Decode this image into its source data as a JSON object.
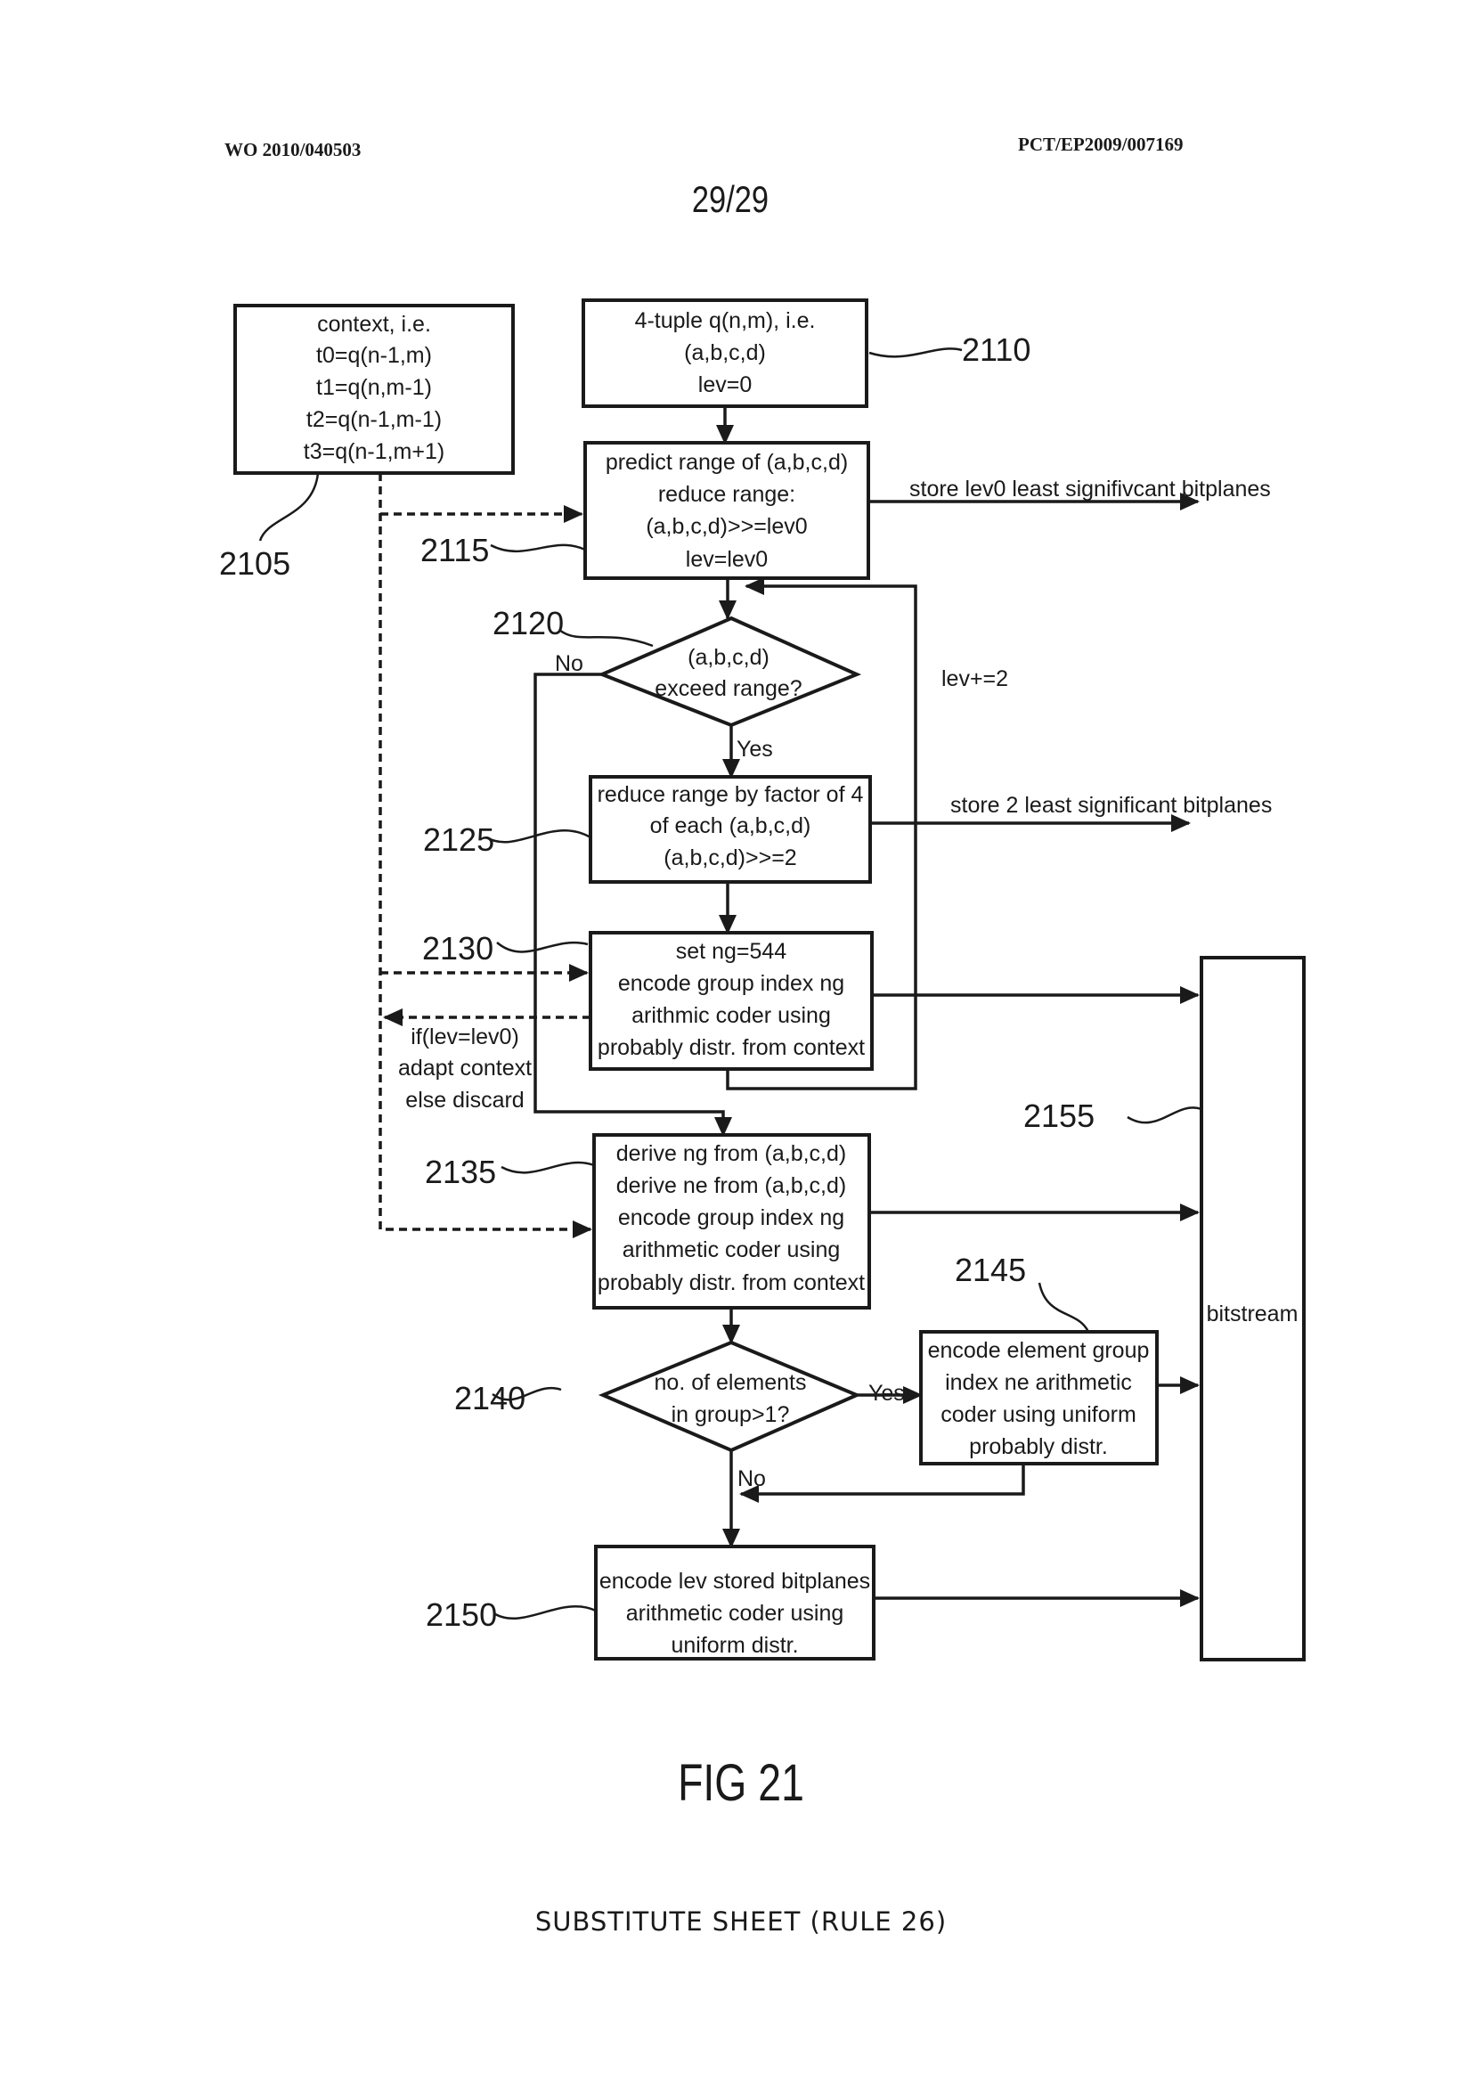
{
  "header": {
    "left": "WO 2010/040503",
    "right": "PCT/EP2009/007169",
    "page": "29/29"
  },
  "nodes": {
    "context": {
      "ref": "2105",
      "lines": [
        "context, i.e.",
        "t0=q(n-1,m)",
        "t1=q(n,m-1)",
        "t2=q(n-1,m-1)",
        "t3=q(n-1,m+1)"
      ]
    },
    "tuple": {
      "ref": "2110",
      "lines": [
        "4-tuple q(n,m), i.e.",
        "(a,b,c,d)",
        "lev=0"
      ]
    },
    "predict": {
      "ref": "2115",
      "lines": [
        "predict range of (a,b,c,d)",
        "reduce range:",
        "(a,b,c,d)>>=lev0",
        "lev=lev0"
      ]
    },
    "exceed": {
      "ref": "2120",
      "lines": [
        "(a,b,c,d)",
        "exceed range?"
      ],
      "no_label": "No",
      "yes_label": "Yes"
    },
    "reduce": {
      "ref": "2125",
      "lines": [
        "reduce range by factor of 4",
        "of each (a,b,c,d)",
        "(a,b,c,d)>>=2"
      ]
    },
    "escape": {
      "ref": "2130",
      "lines": [
        "set ng=544",
        "encode group index ng",
        "arithmic coder using",
        "probably distr. from context"
      ]
    },
    "derive": {
      "ref": "2135",
      "lines": [
        "derive ng from (a,b,c,d)",
        "derive ne from (a,b,c,d)",
        "encode group index ng",
        "arithmetic coder using",
        "probably distr. from context"
      ]
    },
    "elements": {
      "ref": "2140",
      "lines": [
        "no. of elements",
        "in group>1?"
      ],
      "yes_label": "Yes",
      "no_label": "No"
    },
    "element_group": {
      "ref": "2145",
      "lines": [
        "encode element group",
        "index ne arithmetic",
        "coder using uniform",
        "probably distr."
      ]
    },
    "bitplanes": {
      "ref": "2150",
      "lines": [
        "encode lev stored bitplanes",
        "arithmetic coder using",
        "uniform distr."
      ]
    },
    "bitstream": {
      "ref": "2155",
      "label": "bitstream"
    }
  },
  "annotations": {
    "store_lev0": "store lev0 least signifivcant bitplanes",
    "store_2": "store 2 least significant bitplanes",
    "lev_inc": "lev+=2",
    "adapt": [
      "if(lev=lev0)",
      "adapt context",
      "else discard"
    ]
  },
  "figure_title": "FIG 21",
  "footer": "SUBSTITUTE SHEET (RULE 26)"
}
